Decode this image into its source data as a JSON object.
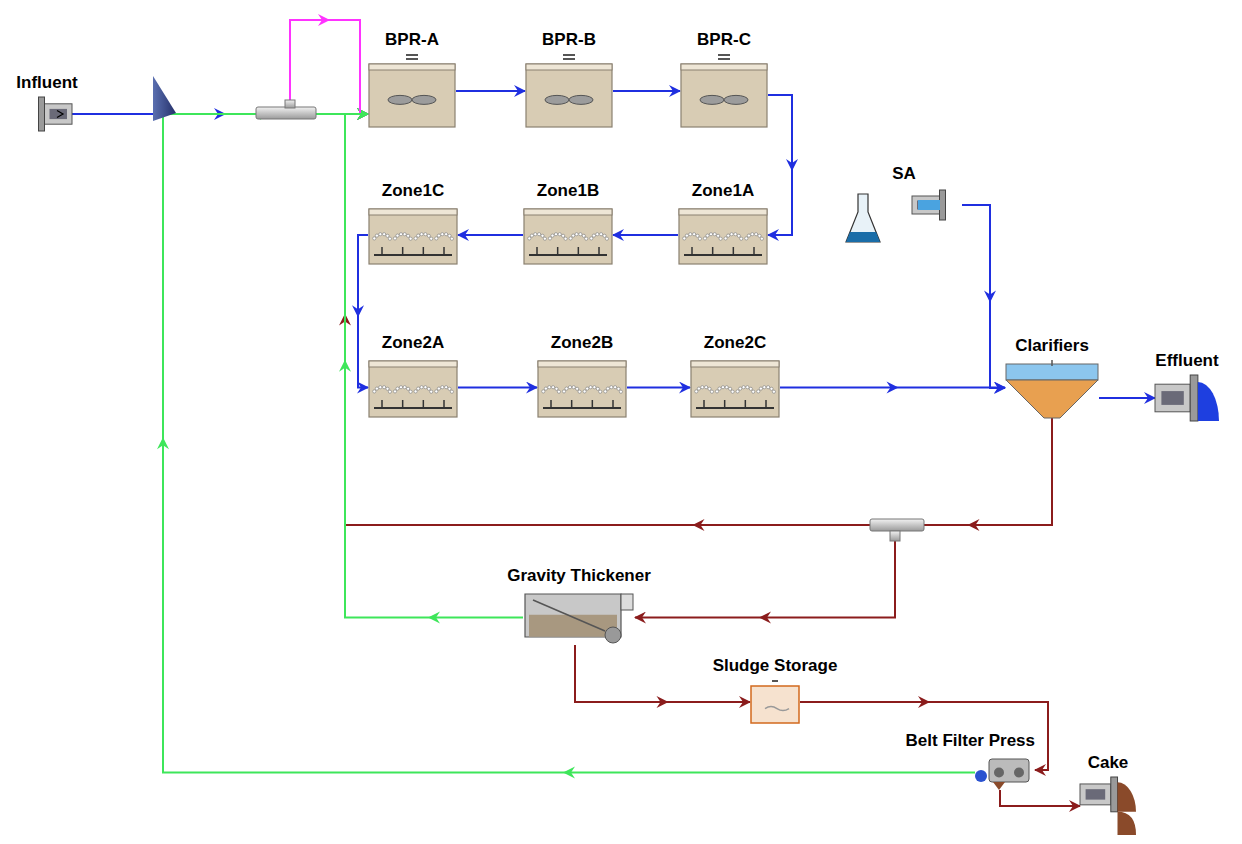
{
  "diagram": {
    "nodes": [
      {
        "text": [
          "Influent"
        ]
      },
      {
        "text": [
          "BPR-A"
        ]
      },
      {
        "text": [
          "BPR-B"
        ]
      },
      {
        "text": [
          "BPR-C"
        ]
      },
      {
        "text": [
          "Zone1C"
        ]
      },
      {
        "text": [
          "Zone1B"
        ]
      },
      {
        "text": [
          "Zone1A"
        ]
      },
      {
        "text": [
          "SA"
        ]
      },
      {
        "text": [
          "Zone2A"
        ]
      },
      {
        "text": [
          "Zone2B"
        ]
      },
      {
        "text": [
          "Zone2C"
        ]
      },
      {
        "text": [
          "Clarifiers"
        ]
      },
      {
        "text": [
          "Effluent"
        ]
      },
      {
        "text": [
          "Gravity Thickener"
        ]
      },
      {
        "text": [
          "Sludge Storage"
        ]
      },
      {
        "text": [
          "Belt Filter Press"
        ]
      },
      {
        "text": [
          "Cake"
        ]
      }
    ],
    "edges": [
      {
        "from": 0,
        "to": 1,
        "arrow": "to"
      },
      {
        "from": 1,
        "to": 2,
        "arrow": "to"
      },
      {
        "from": 2,
        "to": 3,
        "arrow": "to"
      },
      {
        "from": 3,
        "to": 6,
        "arrow": "to"
      },
      {
        "from": 6,
        "to": 5,
        "arrow": "to"
      },
      {
        "from": 5,
        "to": 4,
        "arrow": "to"
      },
      {
        "from": 4,
        "to": 8,
        "arrow": "to"
      },
      {
        "from": 8,
        "to": 9,
        "arrow": "to"
      },
      {
        "from": 9,
        "to": 10,
        "arrow": "to"
      },
      {
        "from": 10,
        "to": 11,
        "arrow": "to"
      },
      {
        "from": 7,
        "to": 11,
        "arrow": "to"
      },
      {
        "from": 11,
        "to": 12,
        "arrow": "to"
      },
      {
        "from": 11,
        "to": 1,
        "arrow": "to"
      },
      {
        "from": 11,
        "to": 13,
        "arrow": "to"
      },
      {
        "from": 13,
        "to": 1,
        "arrow": "to"
      },
      {
        "from": 13,
        "to": 14,
        "arrow": "to"
      },
      {
        "from": 14,
        "to": 15,
        "arrow": "to"
      },
      {
        "from": 15,
        "to": 16,
        "arrow": "to"
      },
      {
        "from": 15,
        "to": 1,
        "arrow": "to"
      }
    ]
  }
}
